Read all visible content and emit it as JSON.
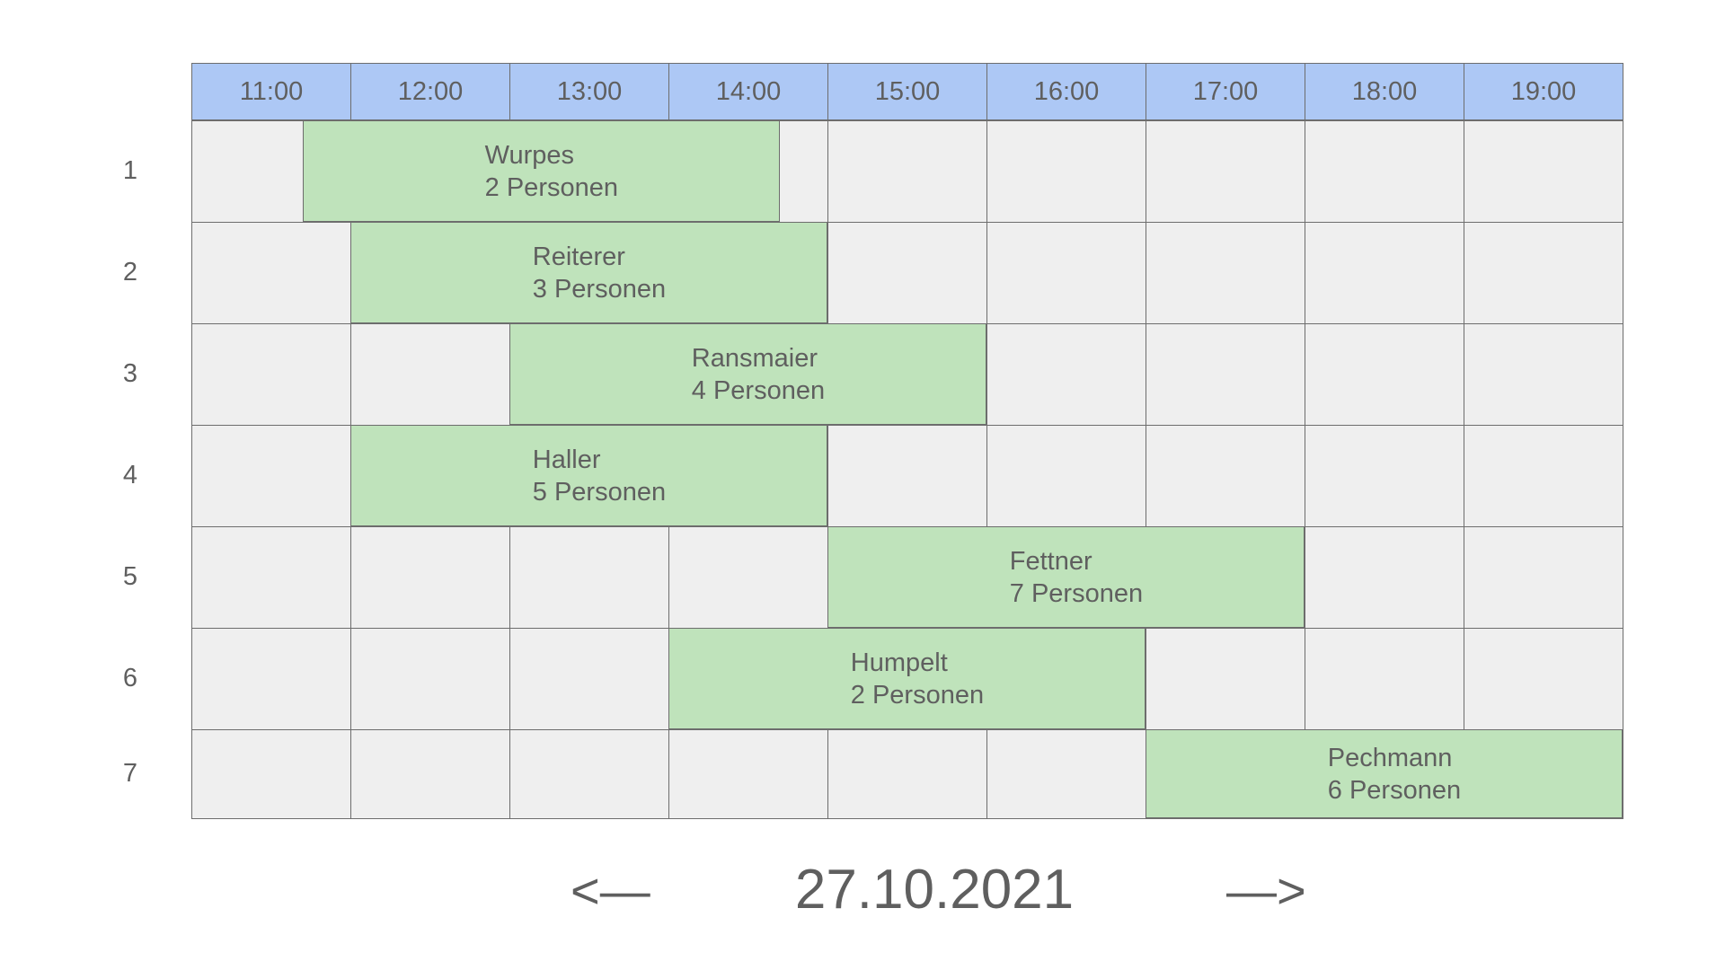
{
  "times": [
    "11:00",
    "12:00",
    "13:00",
    "14:00",
    "15:00",
    "16:00",
    "17:00",
    "18:00",
    "19:00"
  ],
  "rows": [
    "1",
    "2",
    "3",
    "4",
    "5",
    "6",
    "7"
  ],
  "bookings": [
    {
      "row": 1,
      "start": "11:42",
      "end": "14:42",
      "name": "Wurpes",
      "persons": "2 Personen"
    },
    {
      "row": 2,
      "start": "12:00",
      "end": "15:00",
      "name": "Reiterer",
      "persons": "3 Personen"
    },
    {
      "row": 3,
      "start": "13:00",
      "end": "16:00",
      "name": "Ransmaier",
      "persons": "4 Personen"
    },
    {
      "row": 4,
      "start": "12:00",
      "end": "15:00",
      "name": "Haller",
      "persons": "5 Personen"
    },
    {
      "row": 5,
      "start": "15:00",
      "end": "18:00",
      "name": "Fettner",
      "persons": "7 Personen"
    },
    {
      "row": 6,
      "start": "14:00",
      "end": "17:00",
      "name": "Humpelt",
      "persons": "2 Personen"
    },
    {
      "row": 7,
      "start": "17:00",
      "end": "20:00",
      "name": "Pechmann",
      "persons": "6 Personen"
    }
  ],
  "nav": {
    "prev_label": "<—",
    "date": "27.10.2021",
    "next_label": "—>"
  },
  "colors": {
    "header": "#adc8f5",
    "booking": "#bfe3bb",
    "cell": "#efefef"
  }
}
